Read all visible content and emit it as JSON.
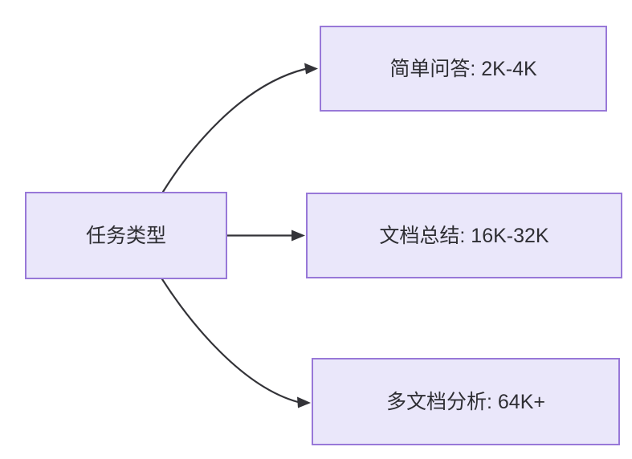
{
  "diagram": {
    "type": "flowchart",
    "direction": "left-to-right",
    "background_color": "#ffffff",
    "node_fill_color": "#eae7fa",
    "node_border_color": "#9878d8",
    "text_color": "#2e2e33",
    "edge_color": "#333338",
    "root": {
      "id": "task-type",
      "label": "任务类型"
    },
    "branches": [
      {
        "id": "simple-qa",
        "label": "简单问答: 2K-4K",
        "edge_style": "curved",
        "arrow": "arrowhead"
      },
      {
        "id": "doc-summary",
        "label": "文档总结: 16K-32K",
        "edge_style": "straight",
        "arrow": "arrowhead"
      },
      {
        "id": "multi-doc-analysis",
        "label": "多文档分析: 64K+",
        "edge_style": "curved",
        "arrow": "arrowhead"
      }
    ]
  }
}
